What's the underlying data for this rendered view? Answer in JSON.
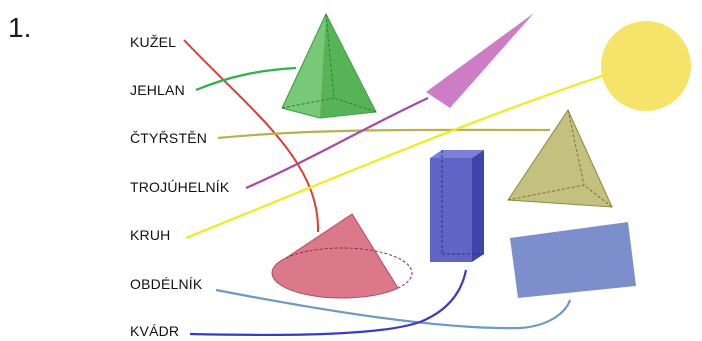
{
  "exercise_number": "1.",
  "labels": {
    "kuzel": "KUŽEL",
    "jehlan": "JEHLAN",
    "ctyrsten": "ČTYŘSTĚN",
    "trojuhelnik": "TROJÚHELNÍK",
    "kruh": "KRUH",
    "obdelnik": "OBDÉLNÍK",
    "kvadr": "KVÁDR"
  },
  "connector_colors": {
    "kuzel": "#e23b2e",
    "jehlan": "#2fb04a",
    "ctyrsten": "#b8b24a",
    "trojuhelnik": "#a64aa6",
    "kruh": "#f2ea1c",
    "obdelnik": "#6f9ac6",
    "kvadr": "#3a3ac9"
  },
  "shapes": {
    "pyramid": "square-pyramid",
    "triangle": "triangle",
    "circle": "circle",
    "tetrahedron": "tetrahedron",
    "cuboid": "cuboid",
    "cone": "cone",
    "rectangle": "rectangle"
  }
}
